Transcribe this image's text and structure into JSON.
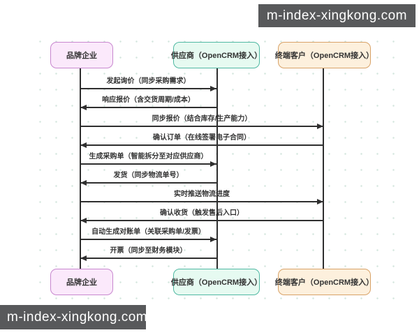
{
  "watermark": {
    "text": "m-index-xingkong.com",
    "bg_color": "#58595b",
    "text_color": "#ffffff"
  },
  "diagram": {
    "type": "sequence-diagram",
    "line_color": "#2f2f2f",
    "text_color": "#333333"
  },
  "actors": [
    {
      "id": "brand",
      "label": "品牌企业",
      "fill": "#fbe9fb",
      "border": "#c887cf"
    },
    {
      "id": "supplier",
      "label": "供应商（OpenCRM接入）",
      "fill": "#e6faf1",
      "border": "#4fb8a2"
    },
    {
      "id": "customer",
      "label": "终端客户（OpenCRM接入）",
      "fill": "#fdf0dd",
      "border": "#d8a267"
    }
  ],
  "messages": [
    {
      "label": "发起询价（同步采购需求）",
      "from": "brand",
      "to": "supplier"
    },
    {
      "label": "响应报价（含交货周期/成本）",
      "from": "supplier",
      "to": "brand"
    },
    {
      "label": "同步报价（结合库存/生产能力）",
      "from": "brand",
      "to": "customer"
    },
    {
      "label": "确认订单（在线签署电子合同）",
      "from": "customer",
      "to": "brand"
    },
    {
      "label": "生成采购单（智能拆分至对应供应商）",
      "from": "brand",
      "to": "supplier"
    },
    {
      "label": "发货（同步物流单号）",
      "from": "supplier",
      "to": "brand"
    },
    {
      "label": "实时推送物流进度",
      "from": "brand",
      "to": "customer"
    },
    {
      "label": "确认收货（触发售后入口）",
      "from": "customer",
      "to": "brand"
    },
    {
      "label": "自动生成对账单（关联采购单/发票）",
      "from": "brand",
      "to": "supplier"
    },
    {
      "label": "开票（同步至财务模块）",
      "from": "supplier",
      "to": "brand"
    }
  ]
}
